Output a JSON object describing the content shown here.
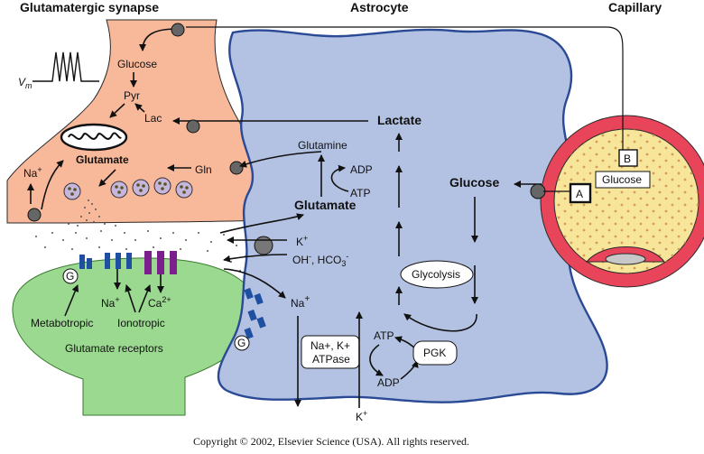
{
  "headings": {
    "synapse": "Glutamatergic synapse",
    "astrocyte": "Astrocyte",
    "capillary": "Capillary"
  },
  "neuron": {
    "vm_label": "V",
    "vm_sub": "m",
    "glucose": "Glucose",
    "pyr": "Pyr",
    "lac": "Lac",
    "glutamate": "Glutamate",
    "gln": "Gln",
    "na": "Na",
    "na_sup": "+"
  },
  "postsynaptic": {
    "g_badge": "G",
    "na": "Na",
    "na_sup": "+",
    "ca": "Ca",
    "ca_sup": "2+",
    "metabotropic": "Metabotropic",
    "ionotropic": "Ionotropic",
    "receptors": "Glutamate receptors"
  },
  "astrocyte": {
    "lactate": "Lactate",
    "glutamine": "Glutamine",
    "adp_top": "ADP",
    "atp_top": "ATP",
    "glutamate": "Glutamate",
    "k_plus": "K",
    "k_sup": "+",
    "oh": "OH",
    "oh_sup": "-",
    "hco3": ", HCO",
    "hco3_sub": "3",
    "hco3_sup": "-",
    "na_big": "Na",
    "na_sup": "+",
    "glucose": "Glucose",
    "glycolysis": "Glycolysis",
    "pgk": "PGK",
    "atpase_line1": "Na+, K+",
    "atpase_line2": "ATPase",
    "atp": "ATP",
    "adp": "ADP",
    "k_bottom": "K",
    "k_bottom_sup": "+",
    "g_badge": "G"
  },
  "capillary": {
    "box_a": "A",
    "box_b": "B",
    "glucose": "Glucose"
  },
  "copyright": "Copyright © 2002, Elsevier Science (USA). All rights reserved.",
  "colors": {
    "neuron_fill": "#f8b89a",
    "astrocyte_fill": "#b3c2e2",
    "astrocyte_stroke": "#2a4a96",
    "post_fill": "#9bd890",
    "capillary_ring": "#e8445a",
    "capillary_inner": "#f7e69a",
    "receptor_blue": "#1f4fa0",
    "receptor_purple": "#7a1f8c"
  }
}
